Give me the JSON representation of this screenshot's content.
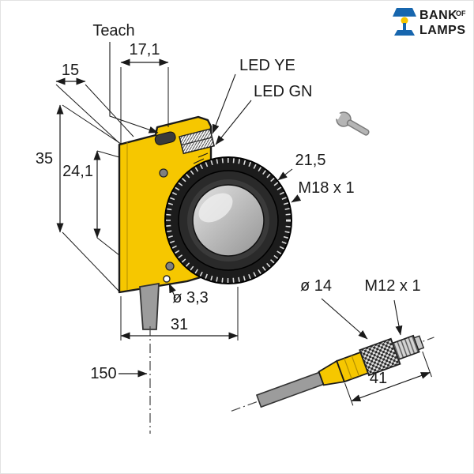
{
  "logo": {
    "bank": "BANK",
    "of": "OF",
    "lamps": "LAMPS"
  },
  "labels": {
    "teach": "Teach",
    "dim_17_1": "17,1",
    "dim_15": "15",
    "led_ye": "LED YE",
    "led_gn": "LED GN",
    "dim_35": "35",
    "dim_24_1": "24,1",
    "dim_21_5": "21,5",
    "thread_m18": "M18 x 1",
    "dia_3_3": "ø 3,3",
    "dim_31": "31",
    "dim_150": "150",
    "dia_14": "ø 14",
    "thread_m12": "M12 x 1",
    "dim_41": "41"
  },
  "icons": {
    "wrench_icon": "open-end-wrench",
    "lamp_icon": "desk-lamp"
  },
  "colors": {
    "body_yellow": "#F6C700",
    "cable_gray": "#9C9C9C",
    "outline": "#1A1A1A",
    "logo_blue": "#1766AE",
    "lamp_yellow": "#F7C600"
  }
}
